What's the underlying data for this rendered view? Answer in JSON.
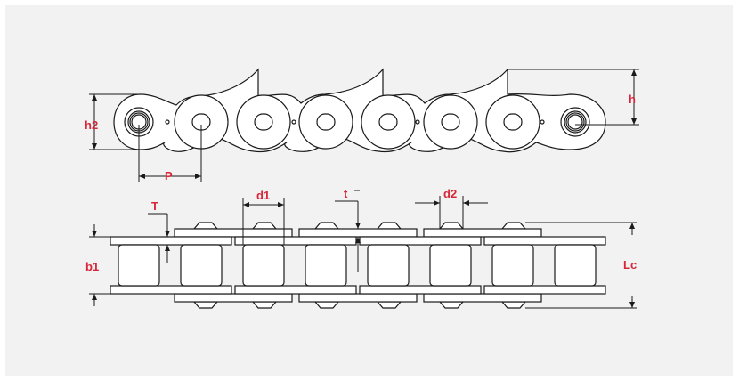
{
  "colors": {
    "background": "#f2f2f2",
    "outline": "#1a1a1a",
    "part_fill": "#ffffff",
    "label": "#d6283a"
  },
  "labels": {
    "h2": "h2",
    "P": "P",
    "h": "h",
    "T": "T",
    "t": "t",
    "d1": "d1",
    "d2": "d2",
    "b1": "b1",
    "Lc": "Lc"
  }
}
